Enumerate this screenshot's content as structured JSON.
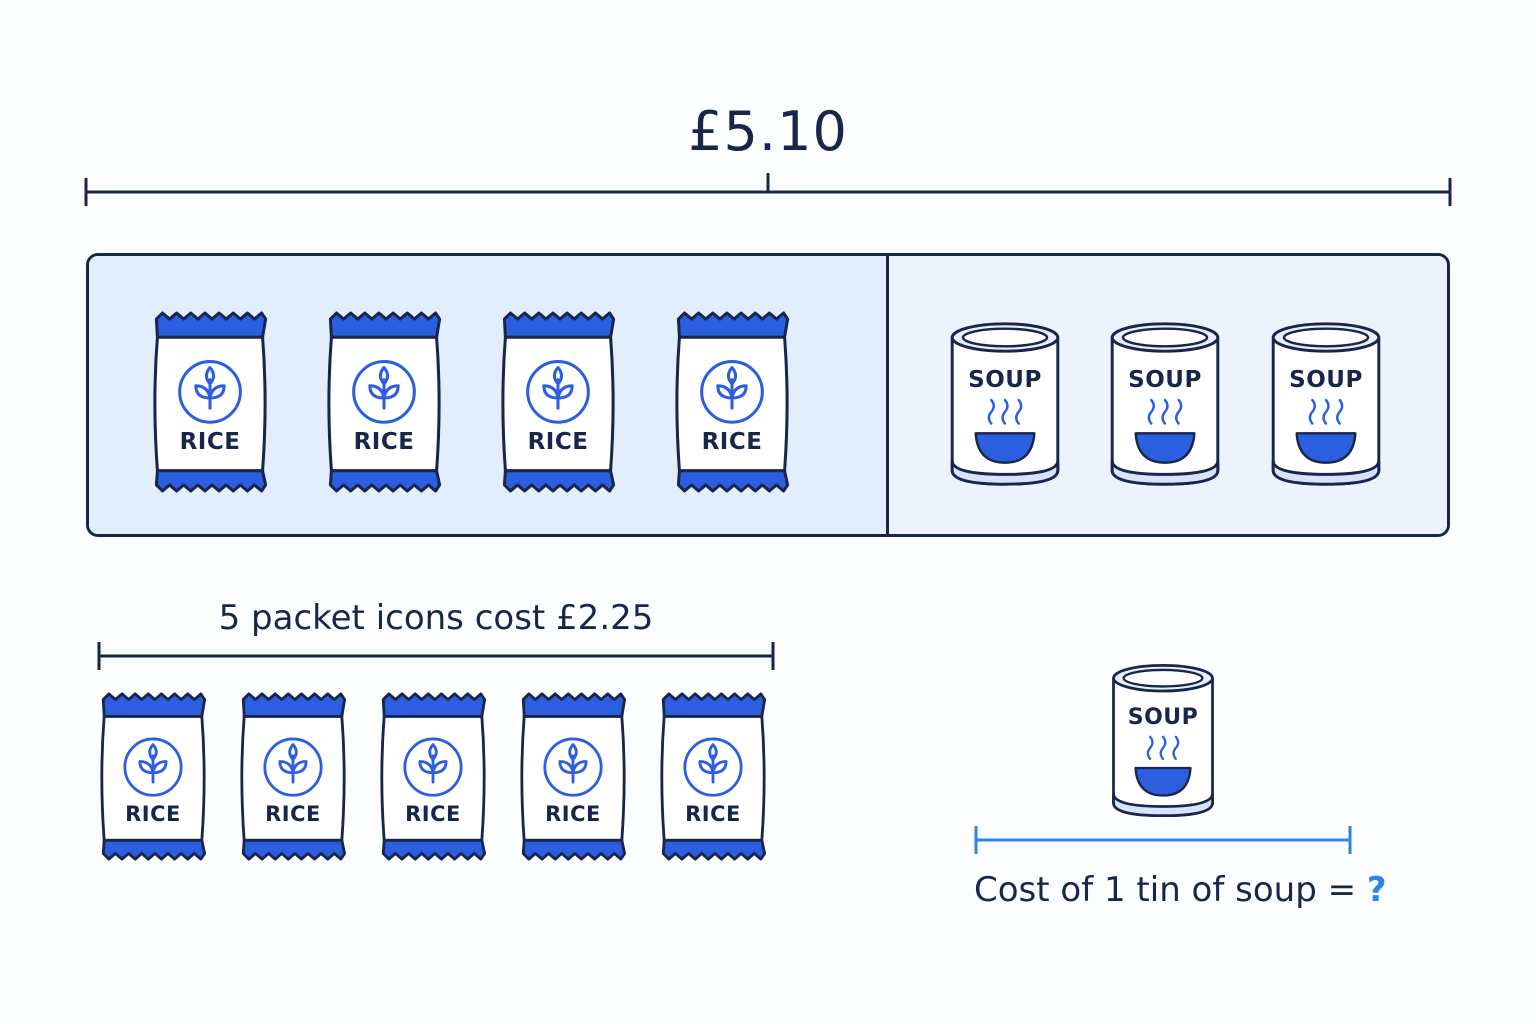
{
  "total": {
    "label": "£5.10"
  },
  "bar": {
    "rice_count": 4,
    "soup_count": 3,
    "rice_label": "RICE",
    "soup_label": "SOUP"
  },
  "rice_group": {
    "caption": "5 packet icons cost £2.25",
    "count": 5,
    "label": "RICE"
  },
  "question": {
    "text": "Cost of 1 tin of soup = ",
    "mark": "?",
    "label": "SOUP"
  },
  "colors": {
    "navy": "#17264a",
    "blue": "#2c5fe0",
    "accent": "#2a86e8",
    "panel": "#e3eefc"
  },
  "icons": [
    "rice-packet-icon",
    "wheat-leaf-icon",
    "soup-tin-icon",
    "steam-icon",
    "bowl-icon"
  ]
}
